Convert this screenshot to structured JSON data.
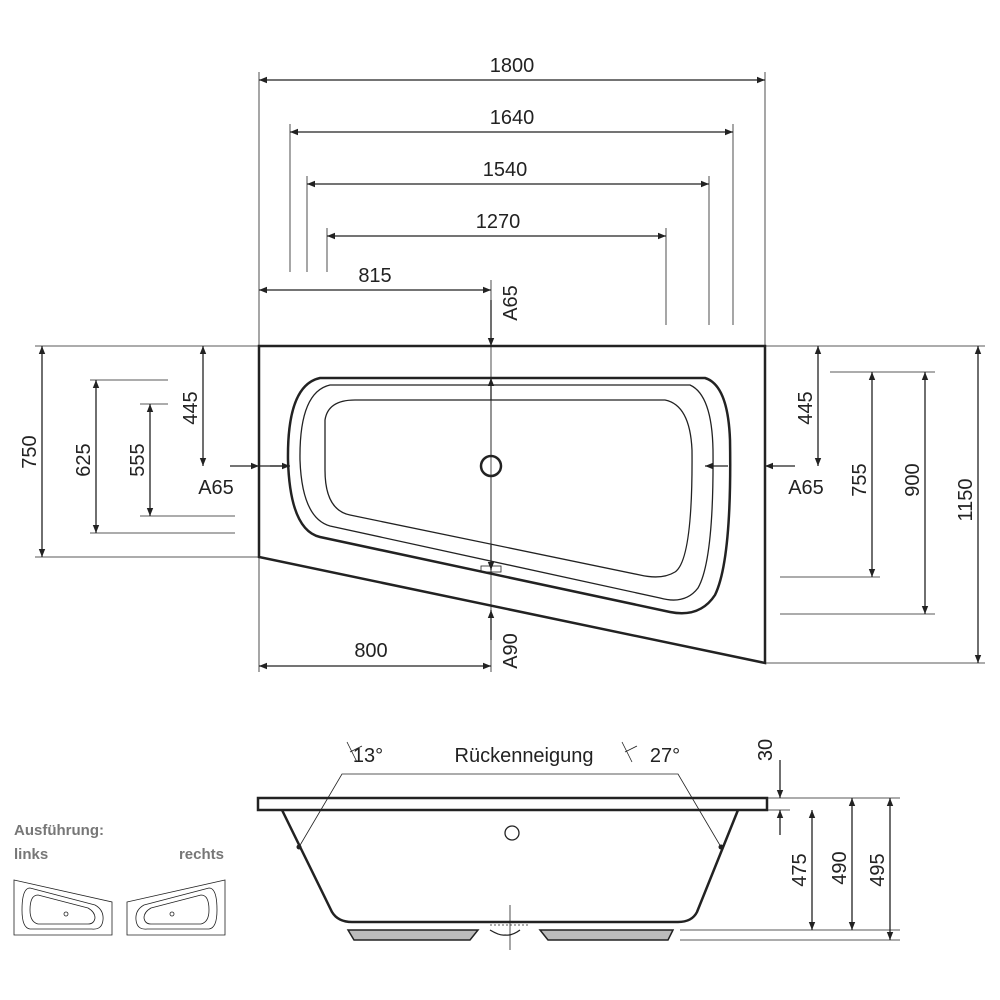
{
  "plan": {
    "top_dims": [
      "1800",
      "1640",
      "1540",
      "1270",
      "815"
    ],
    "bottom_dim": "800",
    "left_dims": [
      "750",
      "625",
      "555",
      "445"
    ],
    "right_dims": [
      "445",
      "755",
      "900",
      "1150"
    ],
    "markers": {
      "top": "A65",
      "left": "A65",
      "right": "A65",
      "bottom": "A90"
    }
  },
  "side": {
    "angle_left": "13°",
    "caption": "Rückenneigung",
    "angle_right": "27°",
    "dims": [
      "30",
      "475",
      "490",
      "495"
    ]
  },
  "variants": {
    "title": "Ausführung:",
    "left": "links",
    "right": "rechts"
  }
}
